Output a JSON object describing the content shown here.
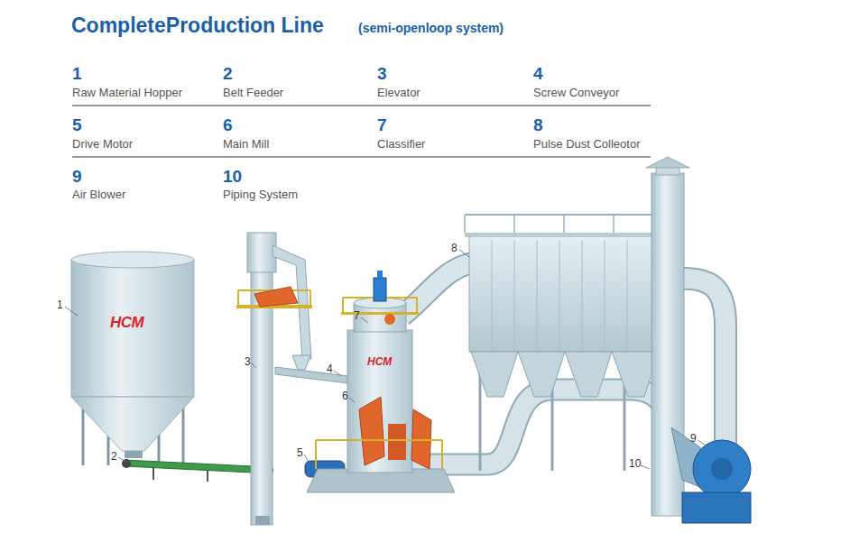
{
  "diagram": {
    "title": "CompleteProduction Line",
    "labels": [
      "(semi-openloop system)",
      "1",
      "Raw Material Hopper",
      "2",
      "Belt Feeder",
      "3",
      "Elevator",
      "4",
      "Screw Conveyor",
      "5",
      "Drive Motor",
      "6",
      "Main Mill",
      "7",
      "Classifier",
      "8",
      "Pulse Dust Colleotor",
      "9",
      "Air Blower",
      "10",
      "Piping System",
      "1",
      "HCM",
      "2",
      "3",
      "4",
      "6",
      "5",
      "7",
      "HCM",
      "8",
      "10",
      "9"
    ]
  }
}
